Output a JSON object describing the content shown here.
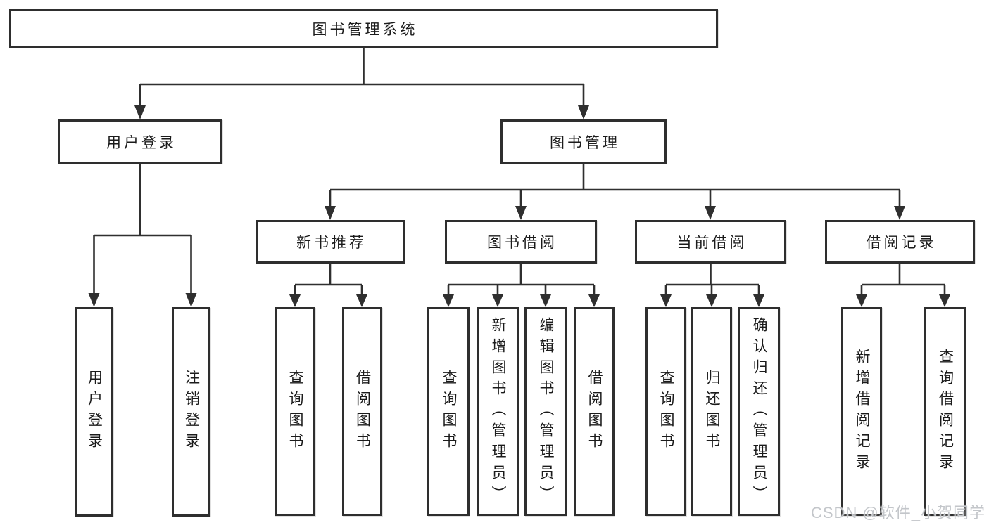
{
  "watermark": "CSDN @软件_小贺同学",
  "colors": {
    "line": "#2f2f2f",
    "box_border": "#2e2e2e",
    "text": "#1b1b1b",
    "watermark": "#c3c6ca",
    "background": "#ffffff"
  },
  "tree": {
    "root": "图书管理系统",
    "user_login": {
      "label": "用户登录",
      "children": [
        "用户登录",
        "注销登录"
      ]
    },
    "book_management": {
      "label": "图书管理",
      "sections": {
        "new_book_recommend": {
          "label": "新书推荐",
          "children": [
            "查询图书",
            "借阅图书"
          ]
        },
        "book_borrow": {
          "label": "图书借阅",
          "children": [
            "查询图书",
            "新增图书（管理员）",
            "编辑图书（管理员）",
            "借阅图书"
          ]
        },
        "current_borrow": {
          "label": "当前借阅",
          "children": [
            "查询图书",
            "归还图书",
            "确认归还（管理员）"
          ]
        },
        "borrow_records": {
          "label": "借阅记录",
          "children": [
            "新增借阅记录",
            "查询借阅记录"
          ]
        }
      }
    }
  }
}
